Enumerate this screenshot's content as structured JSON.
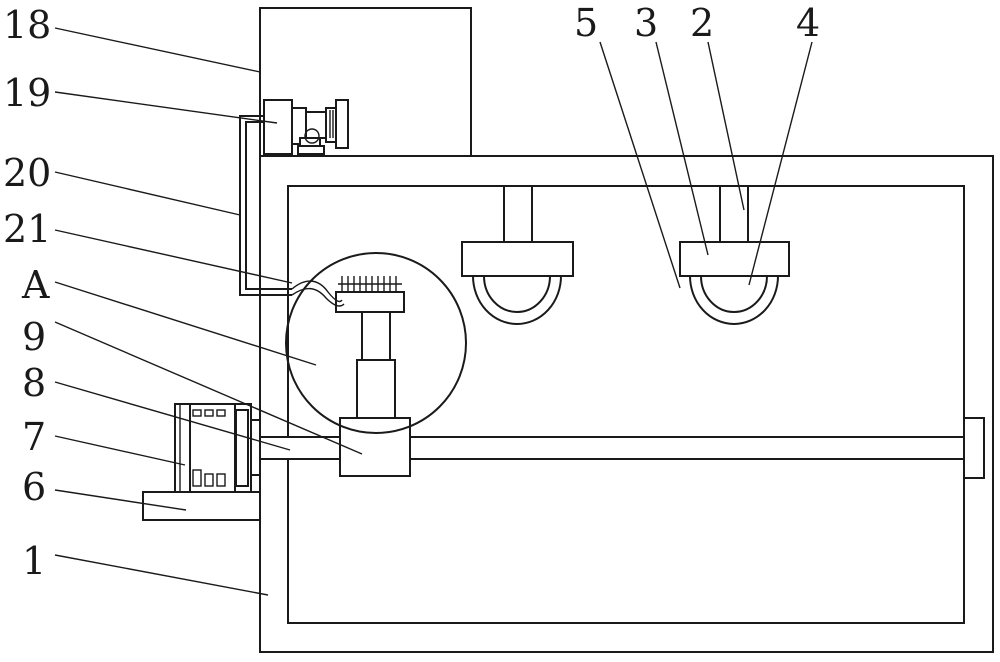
{
  "labels": {
    "l18": "18",
    "l19": "19",
    "l20": "20",
    "l21": "21",
    "lA": "A",
    "l9": "9",
    "l8": "8",
    "l7": "7",
    "l6": "6",
    "l1": "1",
    "l5": "5",
    "l3": "3",
    "l2": "2",
    "l4": "4"
  }
}
